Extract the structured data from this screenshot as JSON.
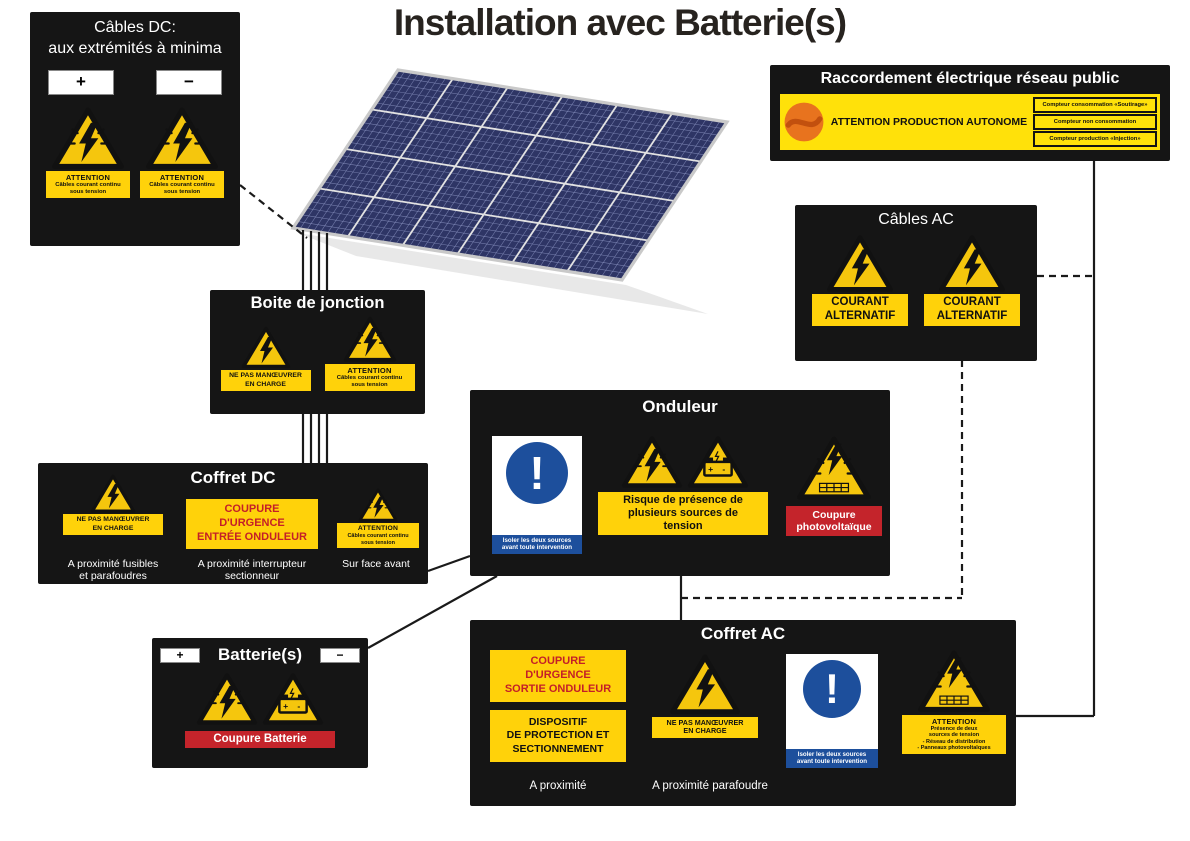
{
  "page": {
    "title": "Installation avec Batterie(s)"
  },
  "icons": {
    "exclamation": "!"
  },
  "labels": {
    "attention_head": "ATTENTION",
    "attention_dc_body": "Câbles courant continu\nsous tension",
    "ne_pas": "NE PAS MANŒUVRER\nEN CHARGE",
    "courant_alternatif": "COURANT\nALTERNATIF",
    "isoler": "Isoler les deux sources\navant toute intervention"
  },
  "cables_dc": {
    "title": "Câbles DC:\naux extrémités à minima",
    "plus": "+",
    "minus": "−"
  },
  "raccordement": {
    "title": "Raccordement électrique réseau public",
    "banner": "ATTENTION PRODUCTION AUTONOME",
    "meters": [
      "Compteur consommation «Soutirage»",
      "Compteur non consommation",
      "Compteur production «Injection»"
    ]
  },
  "cables_ac": {
    "title": "Câbles AC"
  },
  "boite_jonction": {
    "title": "Boite de jonction"
  },
  "coffret_dc": {
    "title": "Coffret DC",
    "emergency": "COUPURE\nD'URGENCE\nENTRÉE ONDULEUR",
    "caption1": "A proximité fusibles\net parafoudres",
    "caption2": "A proximité interrupteur\nsectionneur",
    "caption3": "Sur face avant"
  },
  "onduleur": {
    "title": "Onduleur",
    "risk": "Risque de présence de\nplusieurs sources de\ntension",
    "coupure_pv": "Coupure\nphotovoltaïque"
  },
  "batteries": {
    "title": "Batterie(s)",
    "plus": "+",
    "minus": "−",
    "coupure": "Coupure Batterie"
  },
  "coffret_ac": {
    "title": "Coffret AC",
    "emergency1": "COUPURE\nD'URGENCE\nSORTIE ONDULEUR",
    "emergency2": "DISPOSITIF\nDE PROTECTION ET\nSECTIONNEMENT",
    "attention_body": "Présence de deux\nsources de tension\n- Réseau de distribution\n- Panneaux photovoltaïques",
    "caption1": "A proximité",
    "caption2": "A proximité parafoudre"
  },
  "colors": {
    "panel": "#151515",
    "yellow": "#ffd20a",
    "red": "#c4242b",
    "blue": "#1d4f9c",
    "orange": "#e8731e"
  }
}
